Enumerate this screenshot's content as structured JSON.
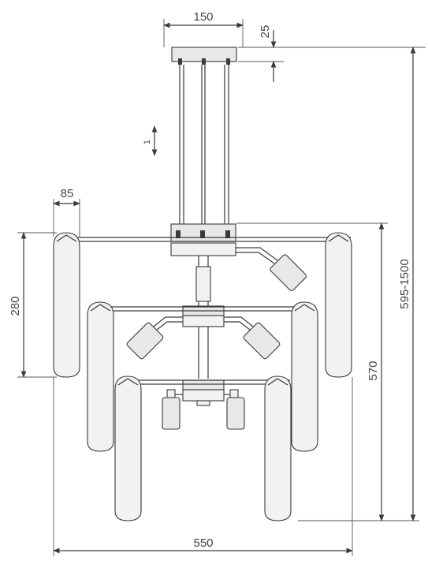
{
  "dimensions": {
    "canopy_width": "150",
    "canopy_height": "25",
    "total_height": "595-1500",
    "shade_width": "85",
    "shade_height": "280",
    "body_height": "570",
    "total_width": "550",
    "adjust_marker": "1"
  },
  "colors": {
    "line": "#3a3a3a",
    "background": "#ffffff"
  }
}
